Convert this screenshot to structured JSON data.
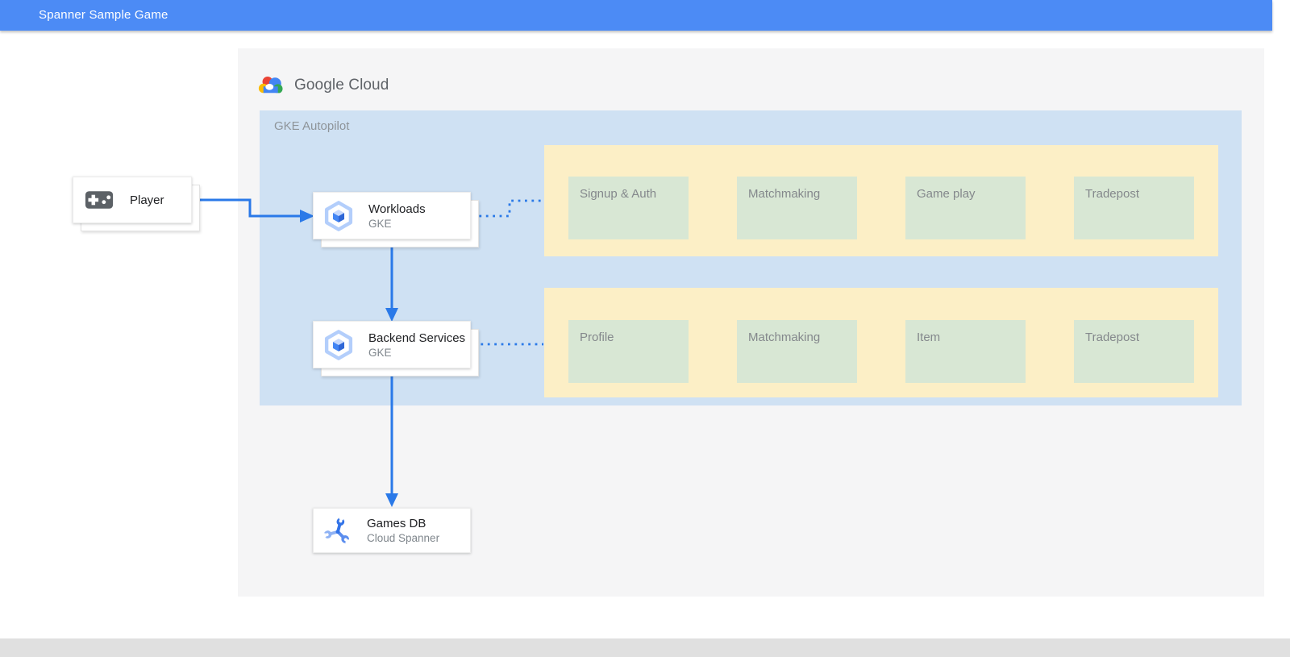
{
  "header": {
    "title": "Spanner Sample Game"
  },
  "brand": {
    "name": "Google Cloud"
  },
  "cluster": {
    "label": "GKE Autopilot"
  },
  "nodes": {
    "player": {
      "title": "Player",
      "icon": "gamepad-icon"
    },
    "workloads": {
      "title": "Workloads",
      "subtitle": "GKE",
      "icon": "gke-hexagon-icon"
    },
    "backend_services": {
      "title": "Backend Services",
      "subtitle": "GKE",
      "icon": "gke-hexagon-icon"
    },
    "games_db": {
      "title": "Games DB",
      "subtitle": "Cloud Spanner",
      "icon": "cloud-spanner-icon"
    }
  },
  "bands": [
    {
      "name": "workloads-services",
      "items": [
        "Signup & Auth",
        "Matchmaking",
        "Game play",
        "Tradepost"
      ]
    },
    {
      "name": "backend-services",
      "items": [
        "Profile",
        "Matchmaking",
        "Item",
        "Tradepost"
      ]
    }
  ],
  "colors": {
    "header_bg": "#4c8bf5",
    "canvas_bg": "#f5f5f6",
    "cluster_bg": "#cfe1f3",
    "band_bg": "#fcefc6",
    "service_box_bg": "#d8e7d4",
    "arrow_blue": "#2a79e8",
    "footer_bg": "#e0e0e0",
    "google_red": "#EA4335",
    "google_blue": "#4285F4",
    "google_yellow": "#FBBC04",
    "google_green": "#34A853"
  }
}
